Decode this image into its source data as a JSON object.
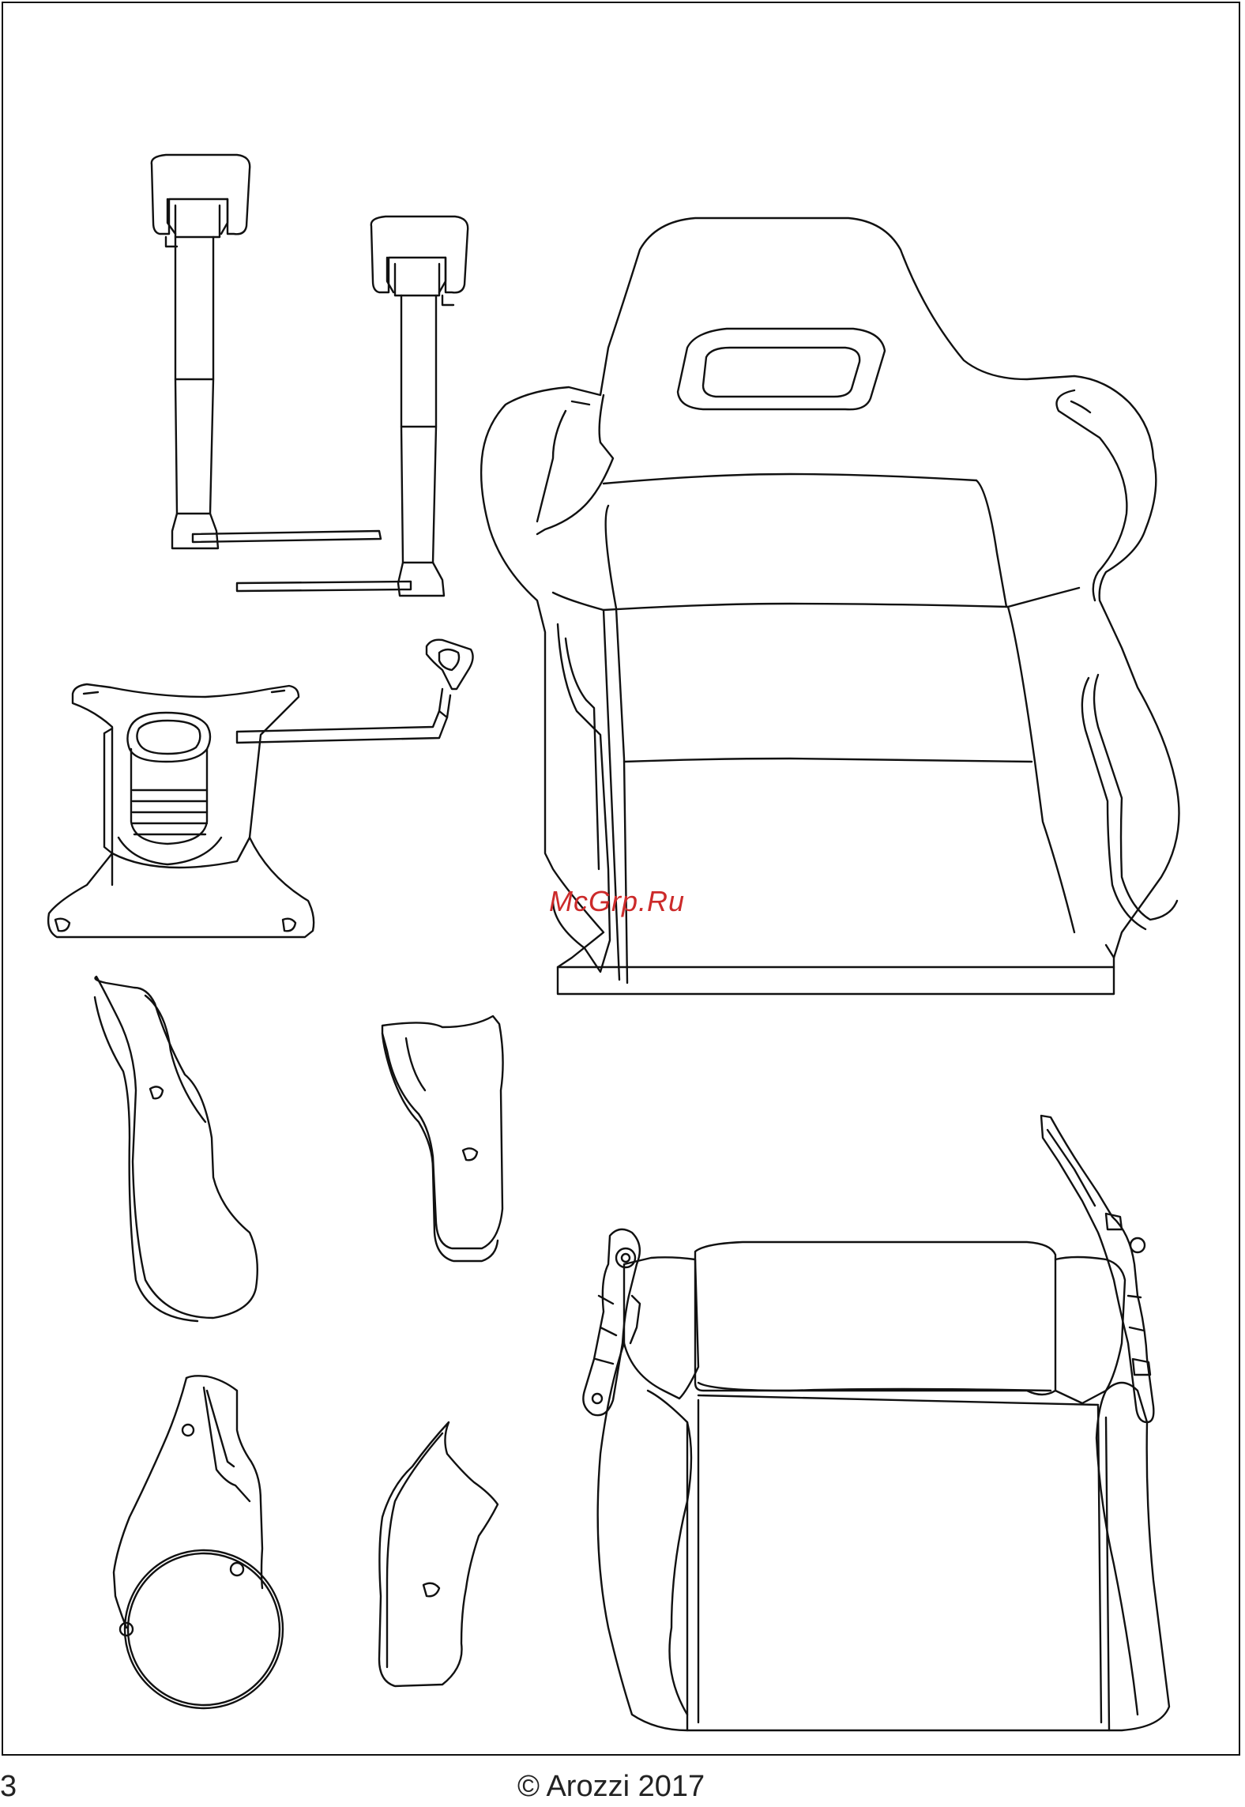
{
  "watermark": "McGrp.Ru",
  "footer": {
    "page_number": "3",
    "copyright": "© Arozzi 2017"
  },
  "parts": [
    {
      "name": "armrest-left"
    },
    {
      "name": "armrest-right"
    },
    {
      "name": "tilt-mechanism"
    },
    {
      "name": "backrest"
    },
    {
      "name": "side-cover-left-outer"
    },
    {
      "name": "side-cover-left-inner"
    },
    {
      "name": "side-cover-right-outer"
    },
    {
      "name": "side-cover-right-inner"
    },
    {
      "name": "seat-cushion"
    }
  ]
}
